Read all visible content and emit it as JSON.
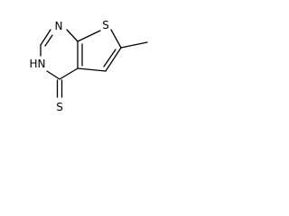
{
  "structure": {
    "atoms": {
      "sulfur_ring": "S",
      "nitrogen_top": "N",
      "nitrogen_h_n": "N",
      "nitrogen_h_h": "H",
      "thione_s": "S"
    }
  }
}
